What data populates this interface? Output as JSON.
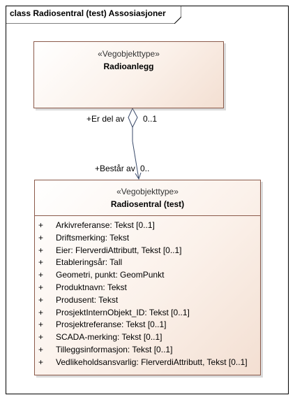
{
  "diagram": {
    "title": "class Radiosentral (test) Assosiasjoner"
  },
  "classes": {
    "radioanlegg": {
      "stereotype": "«Vegobjekttype»",
      "name": "Radioanlegg"
    },
    "radiosentral": {
      "stereotype": "«Vegobjekttype»",
      "name": "Radiosentral (test)",
      "attributes": [
        {
          "visibility": "+",
          "text": "Arkivreferanse: Tekst [0..1]"
        },
        {
          "visibility": "+",
          "text": "Driftsmerking: Tekst"
        },
        {
          "visibility": "+",
          "text": "Eier: FlerverdiAttributt, Tekst [0..1]"
        },
        {
          "visibility": "+",
          "text": "Etableringsår: Tall"
        },
        {
          "visibility": "+",
          "text": "Geometri, punkt: GeomPunkt"
        },
        {
          "visibility": "+",
          "text": "Produktnavn: Tekst"
        },
        {
          "visibility": "+",
          "text": "Produsent: Tekst"
        },
        {
          "visibility": "+",
          "text": "ProsjektInternObjekt_ID: Tekst [0..1]"
        },
        {
          "visibility": "+",
          "text": "Prosjektreferanse: Tekst [0..1]"
        },
        {
          "visibility": "+",
          "text": "SCADA-merking: Tekst [0..1]"
        },
        {
          "visibility": "+",
          "text": "Tilleggsinformasjon: Tekst [0..1]"
        },
        {
          "visibility": "+",
          "text": "Vedlikeholdsansvarlig: FlerverdiAttributt, Tekst [0..1]"
        }
      ]
    }
  },
  "association": {
    "source_role": "+Er del av",
    "source_multiplicity": "0..1",
    "target_role": "+Består av",
    "target_multiplicity": "0.."
  }
}
